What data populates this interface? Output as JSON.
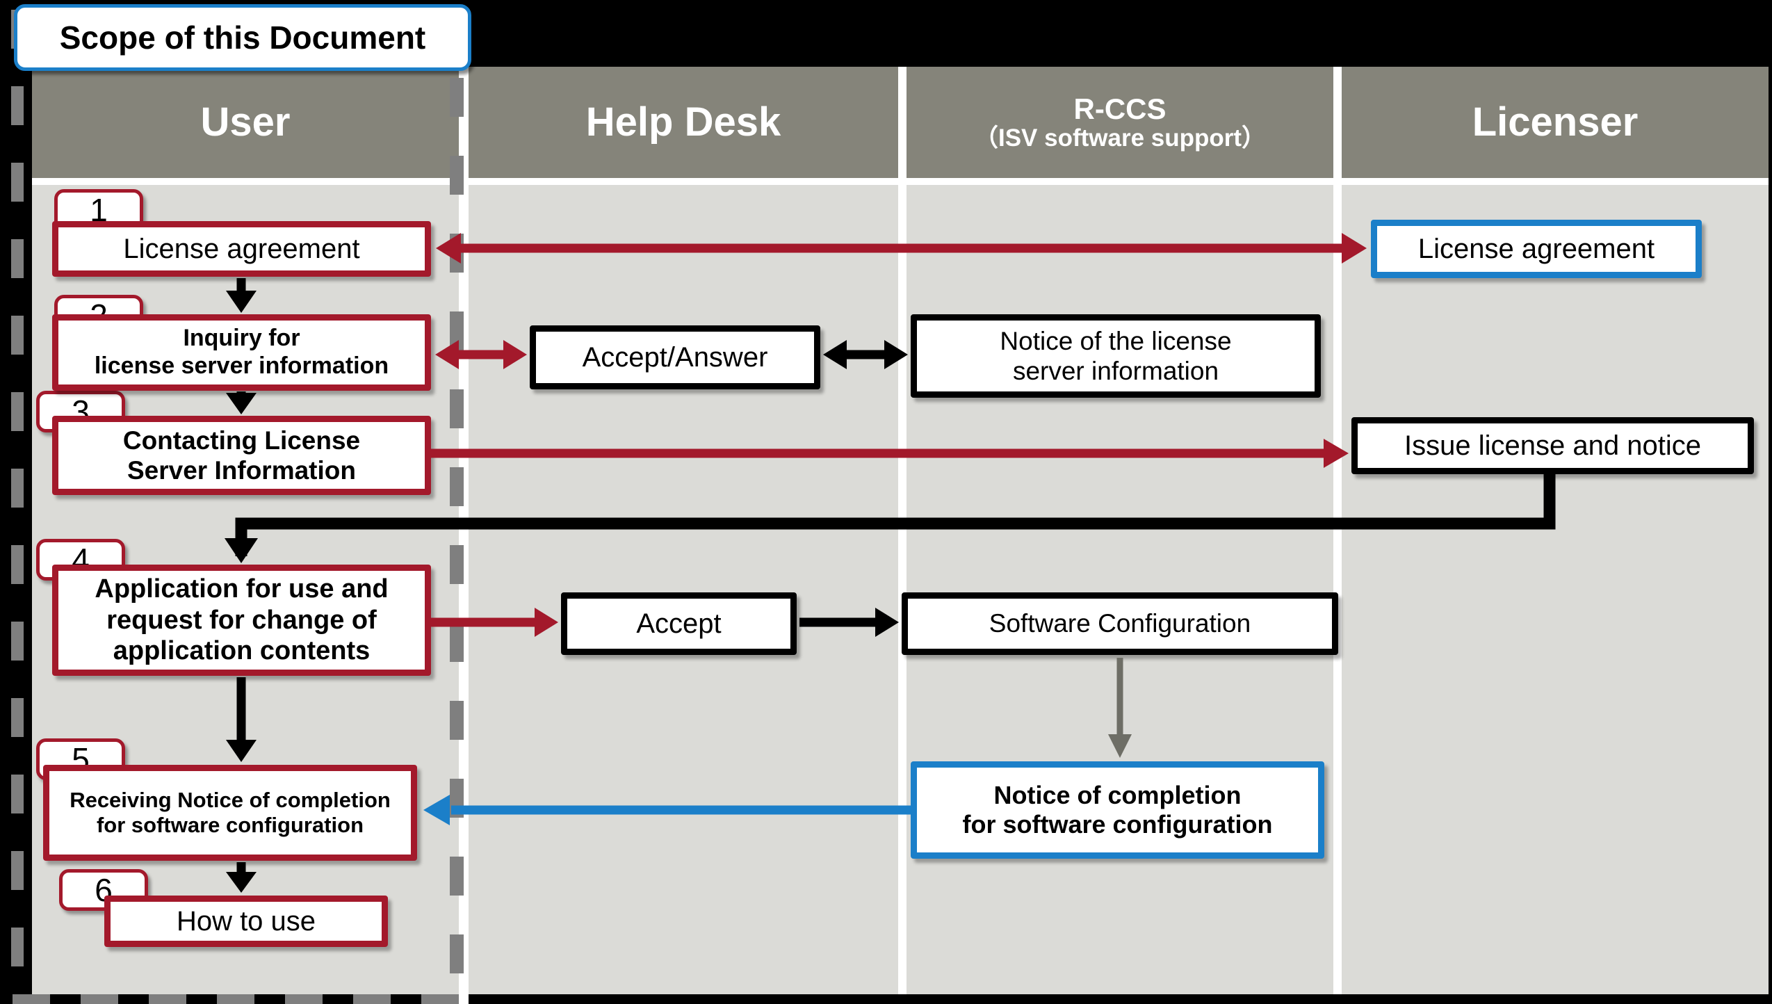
{
  "title": "Scope of this Document",
  "colors": {
    "accent-red": "#A3192B",
    "accent-blue": "#1B7FC9",
    "header-gray": "#85847A",
    "lane-gray": "#DBDBD7",
    "dash-gray": "#7F7F7F",
    "arrow-gray": "#6E6E66"
  },
  "lanes": [
    {
      "label": "User"
    },
    {
      "label": "Help Desk"
    },
    {
      "label": "R-CCS",
      "sublabel": "（ISV software support）"
    },
    {
      "label": "Licenser"
    }
  ],
  "user_steps": [
    {
      "number": "1",
      "label": "License agreement"
    },
    {
      "number": "2",
      "label": "Inquiry for\nlicense server information"
    },
    {
      "number": "3",
      "label": "Contacting License\nServer Information"
    },
    {
      "number": "4",
      "label": "Application for use and\nrequest for change of\napplication contents"
    },
    {
      "number": "5",
      "label": "Receiving Notice of completion\nfor software configuration"
    },
    {
      "number": "6",
      "label": "How to use"
    }
  ],
  "helpdesk": {
    "accept_answer": "Accept/Answer",
    "accept": "Accept"
  },
  "rccs": {
    "notice_license_server": "Notice of the license\nserver information",
    "software_configuration": "Software Configuration",
    "notice_completion": "Notice of completion\nfor software configuration"
  },
  "licenser": {
    "license_agreement": "License agreement",
    "issue_license": "Issue license and notice"
  }
}
